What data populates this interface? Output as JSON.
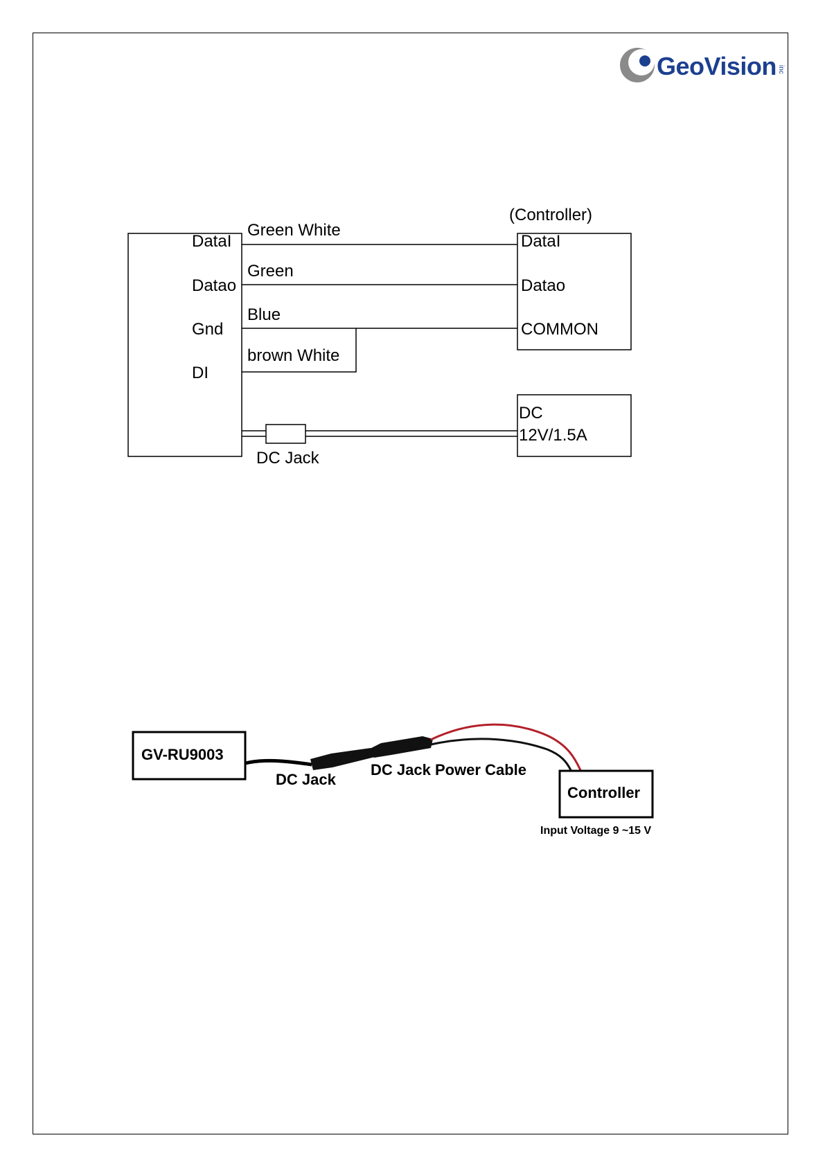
{
  "brand": {
    "name": "GeoVision",
    "suffix": "inc"
  },
  "wiring_diagram": {
    "reader_pins": [
      "DataI",
      "Datao",
      "Gnd",
      "DI"
    ],
    "wires": [
      "Green White",
      "Green",
      "Blue",
      "brown White"
    ],
    "controller_title": "(Controller)",
    "controller_pins": [
      "DataI",
      "Datao",
      "COMMON"
    ],
    "dc_jack_label": "DC Jack",
    "power_box": [
      "DC",
      "12V/1.5A"
    ]
  },
  "power_diagram": {
    "device_label": "GV-RU9003",
    "dc_jack_label": "DC Jack",
    "cable_label": "DC Jack Power Cable",
    "controller_label": "Controller",
    "input_voltage": "Input Voltage 9 ~15 V"
  },
  "colors": {
    "line": "#000000",
    "logo_blue": "#1c3f8f",
    "logo_gray": "#8a8a8a",
    "red_wire": "#b3202a"
  }
}
